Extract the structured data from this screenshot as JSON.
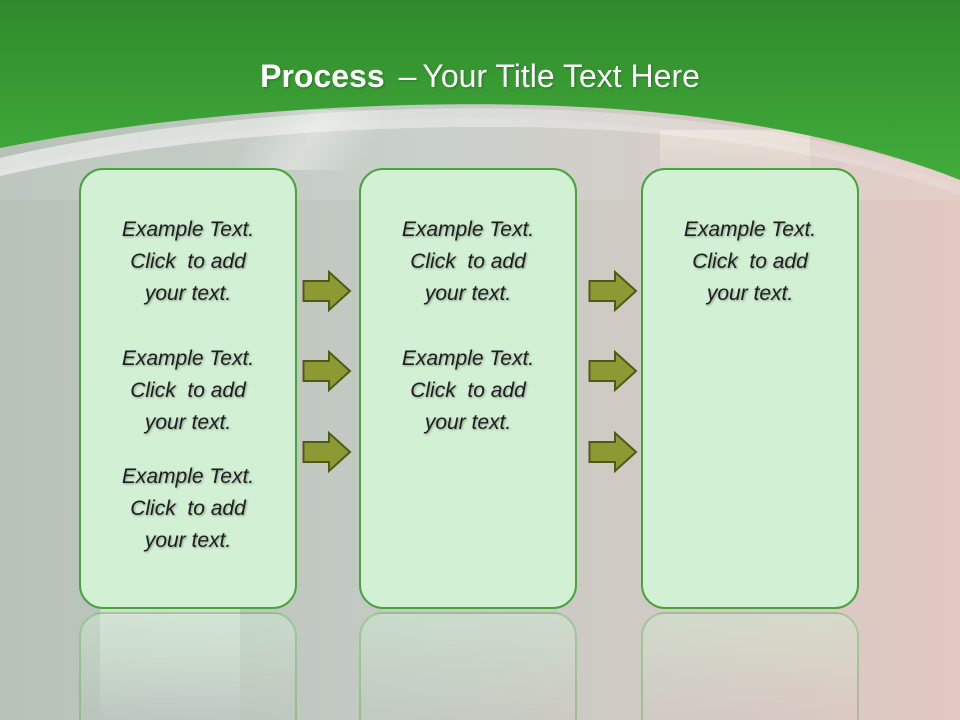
{
  "slide": {
    "title_bold": "Process",
    "title_dash": "–",
    "title_rest": "Your Title Text Here"
  },
  "columns": [
    {
      "items": [
        {
          "line1": "Example Text.",
          "line2": "Click  to add",
          "line3": "your text."
        },
        {
          "line1": "Example Text.",
          "line2": "Click  to add",
          "line3": "your text."
        },
        {
          "line1": "Example Text.",
          "line2": "Click  to add",
          "line3": "your text."
        }
      ]
    },
    {
      "items": [
        {
          "line1": "Example Text.",
          "line2": "Click  to add",
          "line3": "your text."
        },
        {
          "line1": "Example Text.",
          "line2": "Click  to add",
          "line3": "your text."
        }
      ]
    },
    {
      "items": [
        {
          "line1": "Example Text.",
          "line2": "Click  to add",
          "line3": "your text."
        }
      ]
    }
  ],
  "colors": {
    "header_green": "#3a9a35",
    "box_fill": "#d2f0d4",
    "box_border": "#4aa33f",
    "arrow_fill": "#8d9a33",
    "arrow_stroke": "#4f5a17"
  },
  "icons": {
    "arrow": "right-arrow-icon"
  }
}
